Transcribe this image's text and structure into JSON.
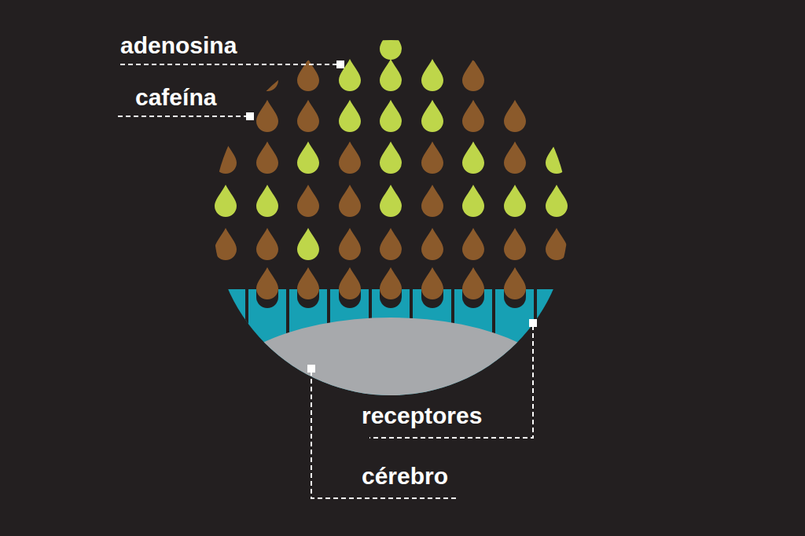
{
  "diagram": {
    "labels": [
      "adenosina",
      "cafeína",
      "receptores",
      "cérebro"
    ]
  }
}
